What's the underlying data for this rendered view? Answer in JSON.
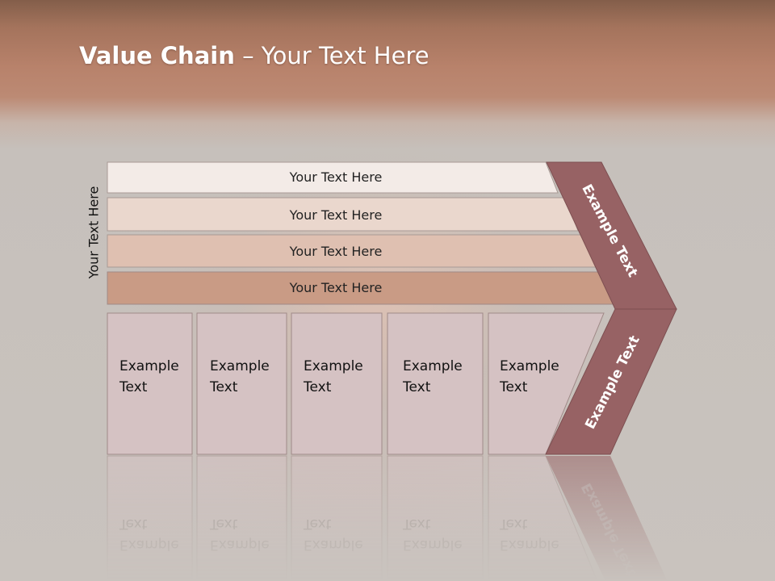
{
  "slide": {
    "title_bold": "Value Chain",
    "title_rest": " – Your Text Here",
    "side_label": "Your Text Here"
  },
  "bars": [
    {
      "label": "Your Text Here",
      "color": "#f3ebe7"
    },
    {
      "label": "Your Text Here",
      "color": "#ead7cd"
    },
    {
      "label": "Your Text Here",
      "color": "#dfc0b1"
    },
    {
      "label": "Your Text Here",
      "color": "#c99b85"
    }
  ],
  "boxes": [
    {
      "line1": "Example",
      "line2": "Text"
    },
    {
      "line1": "Example",
      "line2": "Text"
    },
    {
      "line1": "Example",
      "line2": "Text"
    },
    {
      "line1": "Example",
      "line2": "Text"
    },
    {
      "line1": "Example",
      "line2": "Text"
    }
  ],
  "chevron": {
    "upper_label": "Example Text",
    "lower_label": "Example Text",
    "color": "#976264"
  },
  "colors": {
    "box_fill": "#d5c2c3",
    "box_stroke": "#a08a88",
    "header": "#b8826b"
  }
}
